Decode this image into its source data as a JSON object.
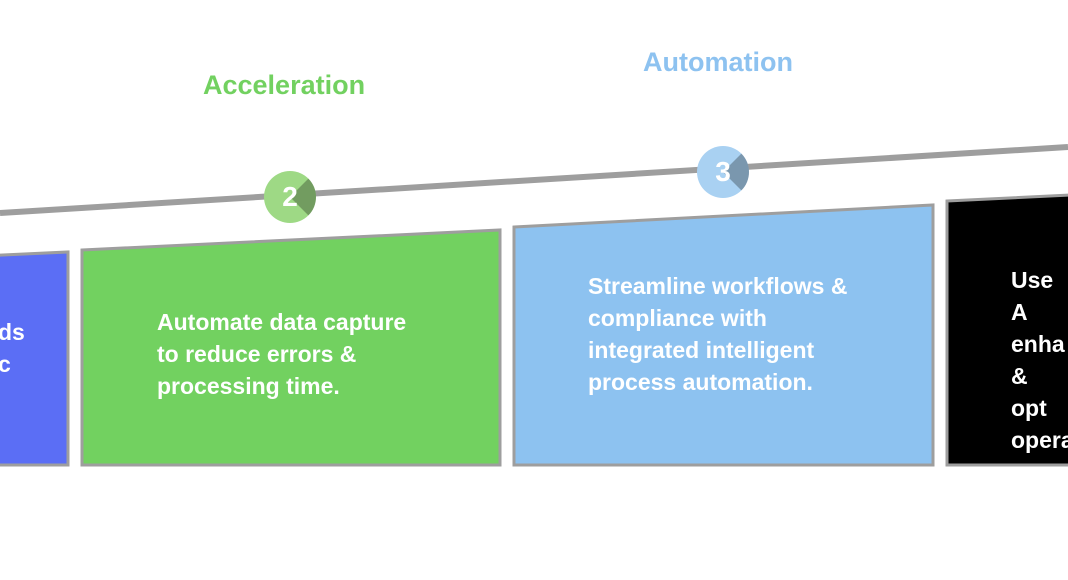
{
  "colors": {
    "stage1": "#5B6EF5",
    "stage2": "#72D160",
    "stage3": "#8DC2F0",
    "stage4": "#000000",
    "border": "#9E9E9E",
    "track": "#9E9E9E"
  },
  "stages": [
    {
      "number": "",
      "title": "",
      "text": "ds\nc"
    },
    {
      "number": "2",
      "title": "Acceleration",
      "text": "Automate data capture\nto reduce errors &\nprocessing time."
    },
    {
      "number": "3",
      "title": "Automation",
      "text": "Streamline workflows &\ncompliance with\nintegrated intelligent\nprocess automation."
    },
    {
      "number": "",
      "title": "",
      "text": "Use A\nenha\n& opt\nopera"
    }
  ]
}
